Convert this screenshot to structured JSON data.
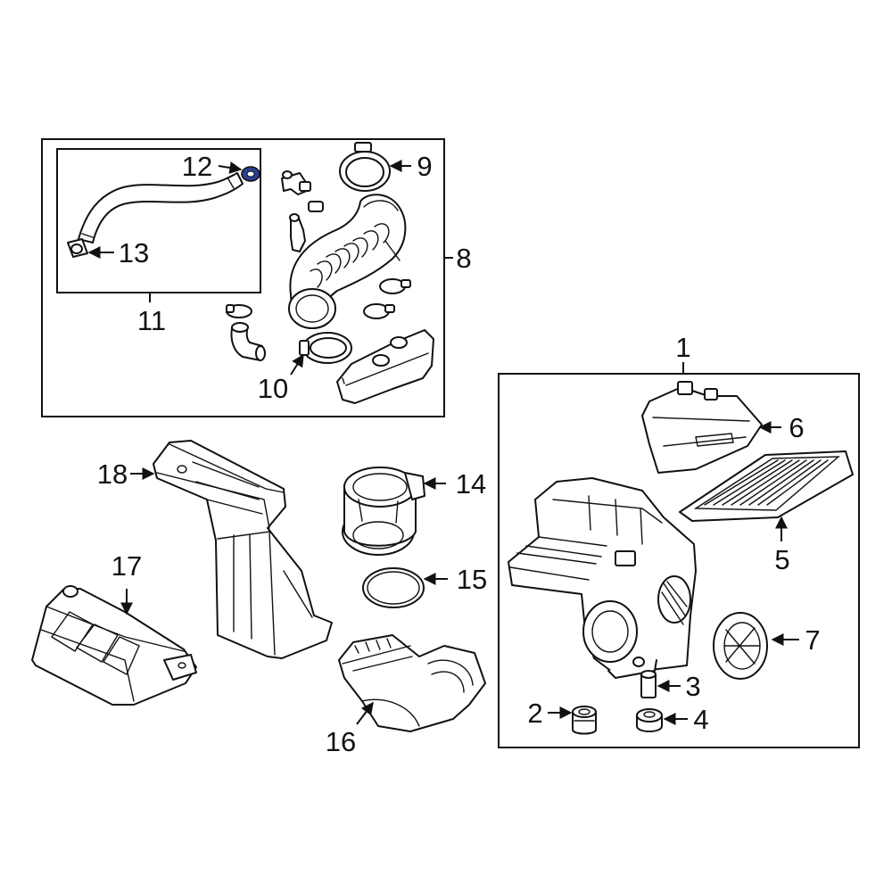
{
  "diagram": {
    "accent_color": "#2b3f8f",
    "highlighted_part": "12",
    "callouts": {
      "c1": "1",
      "c2": "2",
      "c3": "3",
      "c4": "4",
      "c5": "5",
      "c6": "6",
      "c7": "7",
      "c8": "8",
      "c9": "9",
      "c10": "10",
      "c11": "11",
      "c12": "12",
      "c13": "13",
      "c14": "14",
      "c15": "15",
      "c16": "16",
      "c17": "17",
      "c18": "18"
    }
  }
}
